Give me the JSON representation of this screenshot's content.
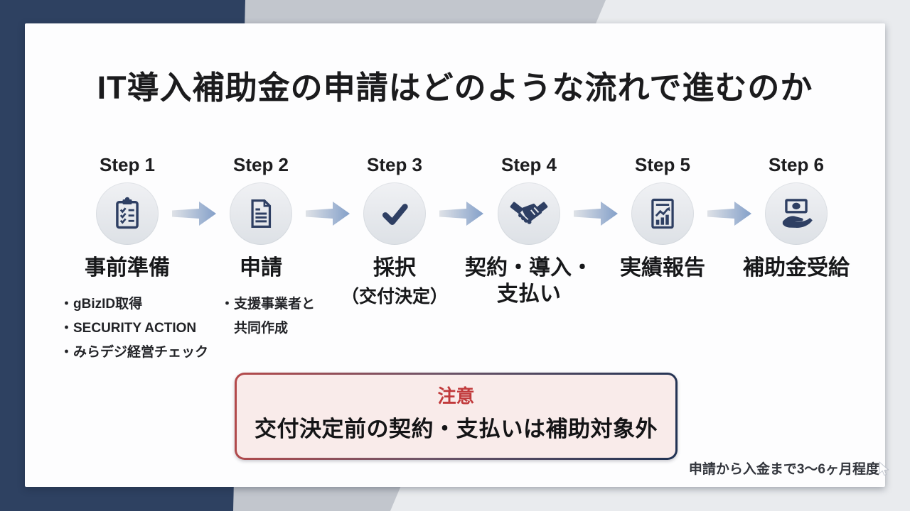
{
  "slide": {
    "title": "IT導入補助金の申請はどのような流れで進むのか",
    "footer_note": "申請から入金まで3〜6ヶ月程度"
  },
  "steps": [
    {
      "label": "Step 1",
      "name": "事前準備",
      "icon": "clipboard-checklist-icon",
      "bullets": [
        "・gBizID取得",
        "・SECURITY ACTION",
        "・みらデジ経営チェック"
      ]
    },
    {
      "label": "Step 2",
      "name": "申請",
      "icon": "document-icon",
      "bullets": [
        "・支援事業者と",
        "共同作成"
      ]
    },
    {
      "label": "Step 3",
      "name": "採択",
      "subtitle": "（交付決定）",
      "icon": "checkmark-icon"
    },
    {
      "label": "Step 4",
      "name": "契約・導入・\n支払い",
      "icon": "handshake-icon"
    },
    {
      "label": "Step 5",
      "name": "実績報告",
      "icon": "report-chart-icon"
    },
    {
      "label": "Step 6",
      "name": "補助金受給",
      "icon": "money-hand-icon"
    }
  ],
  "notice": {
    "heading": "注意",
    "body": "交付決定前の契約・支払いは補助対象外"
  },
  "colors": {
    "background_navy": "#2e4161",
    "background_band_gray": "#c2c6cd",
    "background_light_gray": "#e9ebee",
    "icon_navy": "#2e3f63",
    "arrow_blue": "#8ba4ca",
    "notice_background": "#f9ebea",
    "notice_red": "#c13a3c",
    "notice_border_left": "#b5494a",
    "notice_border_right": "#203253"
  }
}
